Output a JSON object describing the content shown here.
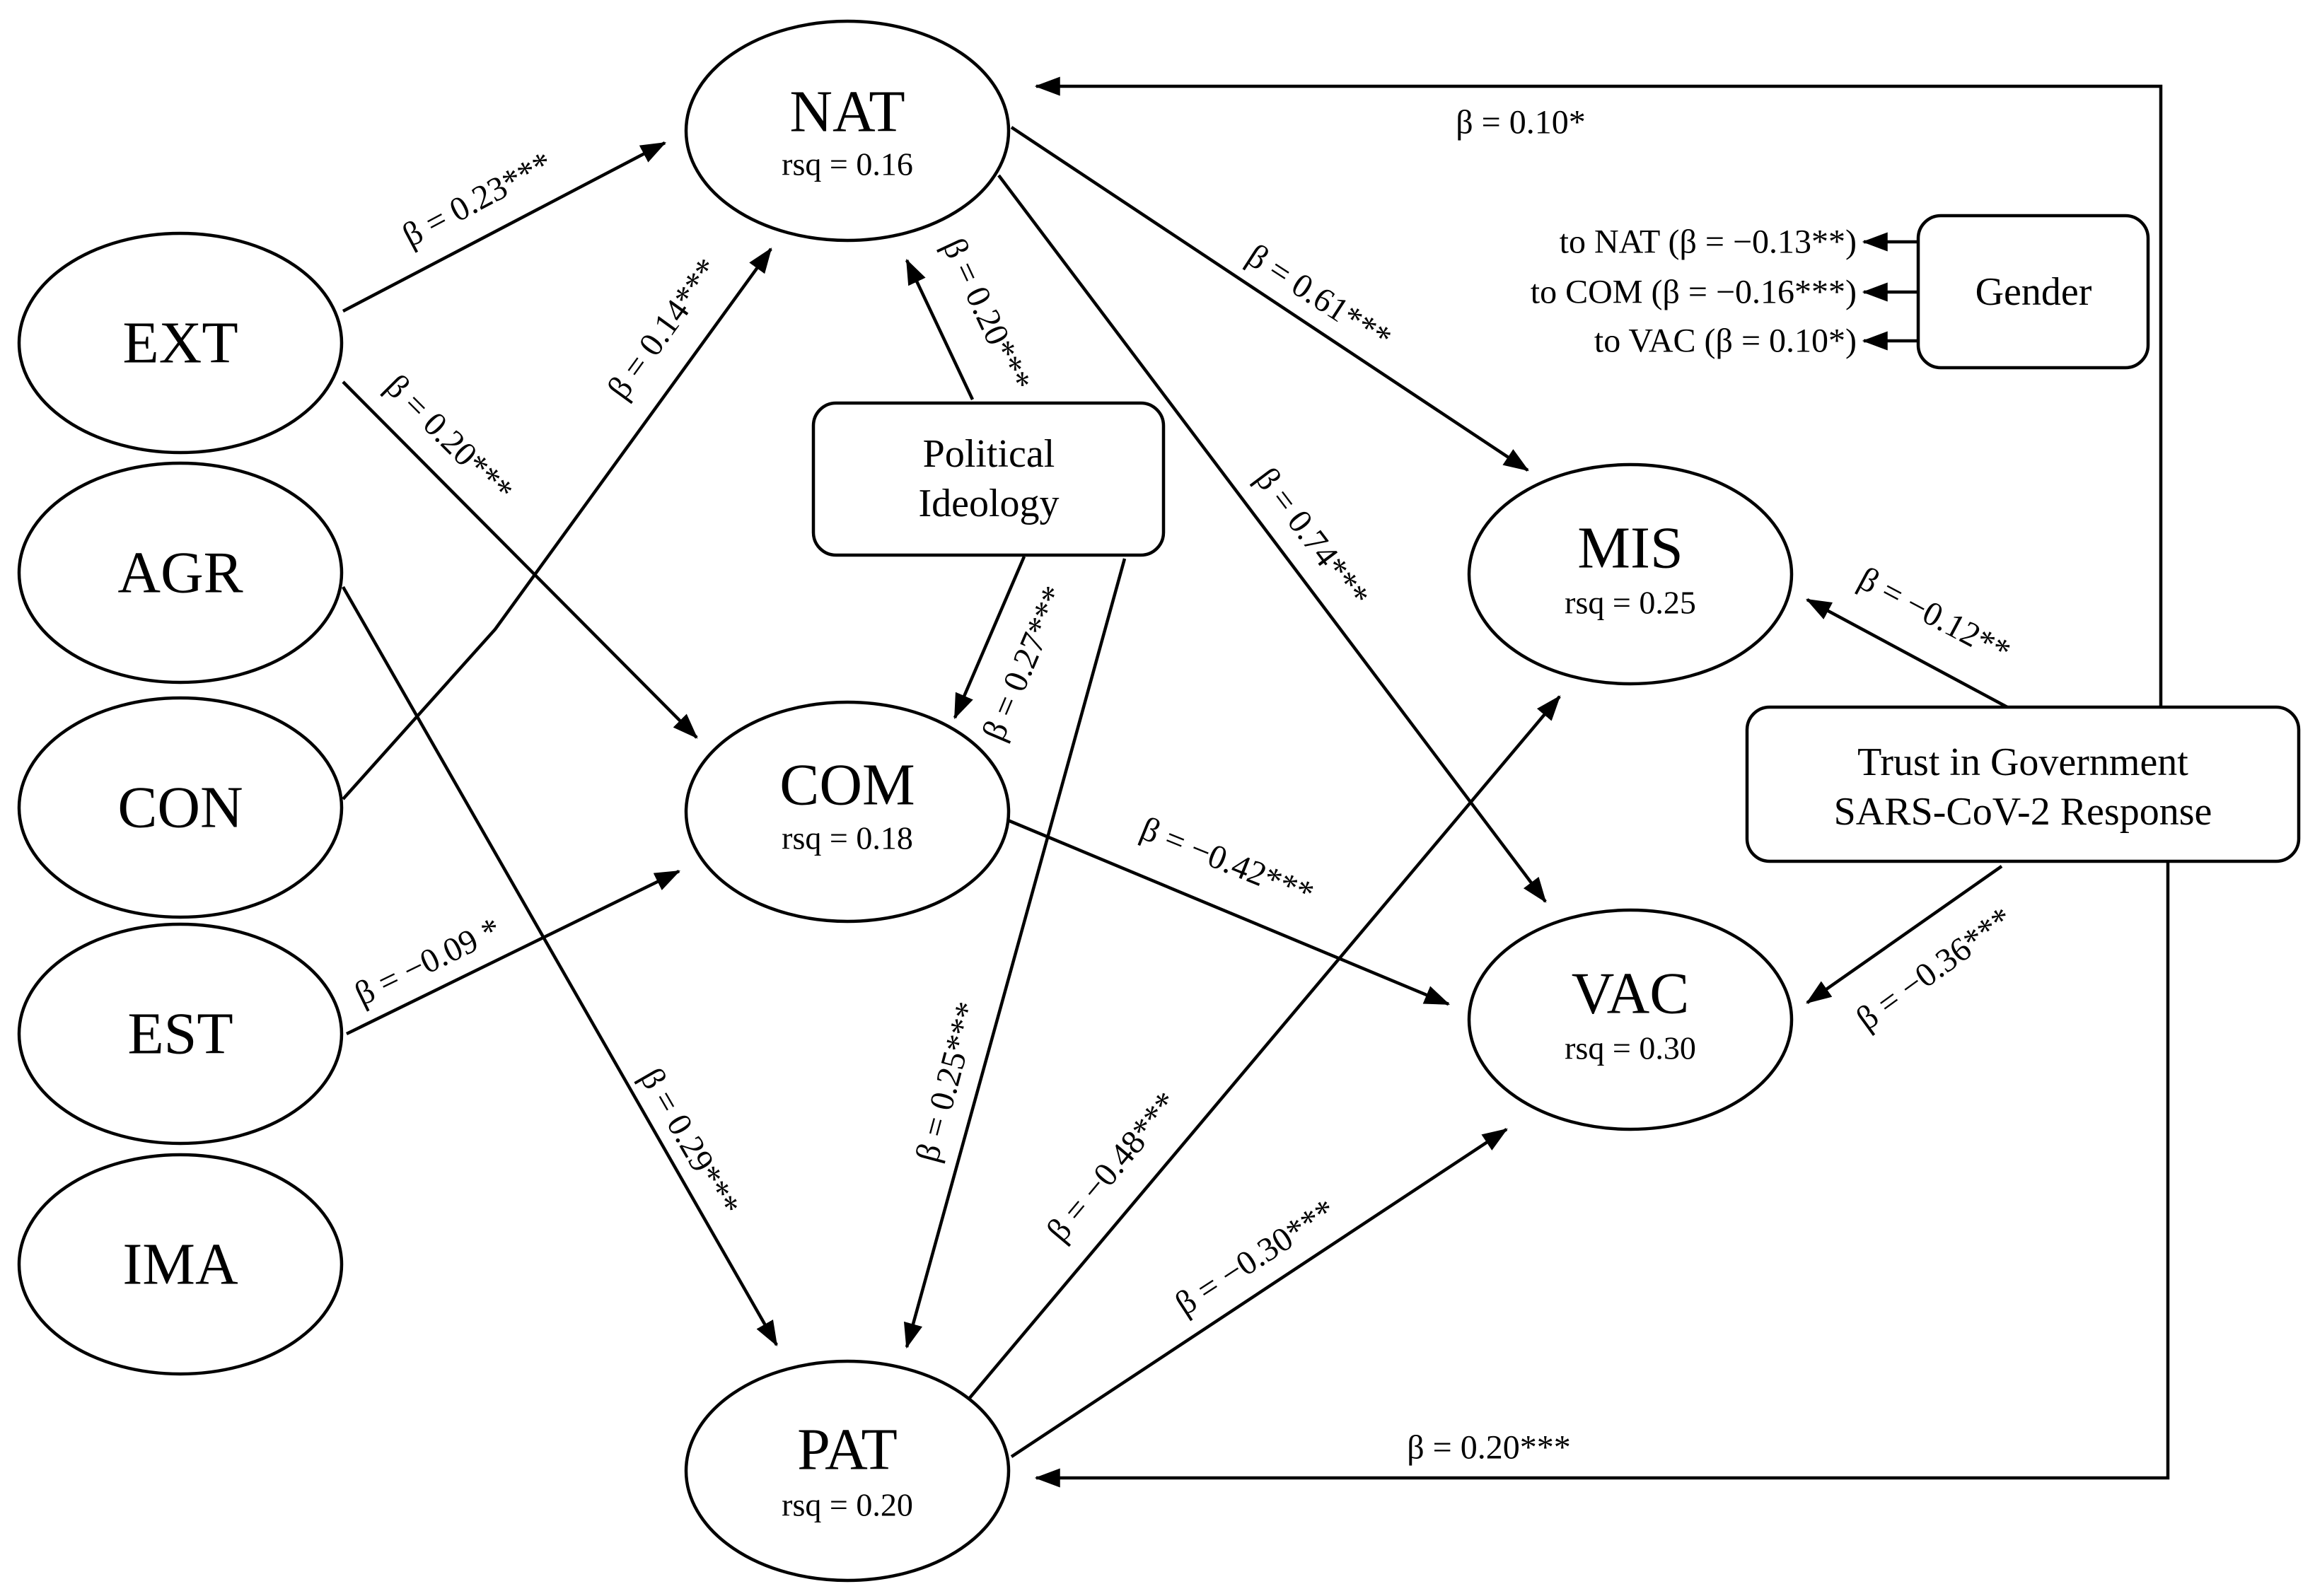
{
  "nodes": {
    "nat": {
      "label": "NAT",
      "rsq": "rsq = 0.16"
    },
    "com": {
      "label": "COM",
      "rsq": "rsq = 0.18"
    },
    "pat": {
      "label": "PAT",
      "rsq": "rsq = 0.20"
    },
    "mis": {
      "label": "MIS",
      "rsq": "rsq = 0.25"
    },
    "vac": {
      "label": "VAC",
      "rsq": "rsq = 0.30"
    },
    "ext": {
      "label": "EXT"
    },
    "agr": {
      "label": "AGR"
    },
    "con": {
      "label": "CON"
    },
    "est": {
      "label": "EST"
    },
    "ima": {
      "label": "IMA"
    }
  },
  "boxes": {
    "political": {
      "line1": "Political",
      "line2": "Ideology"
    },
    "gender": {
      "label": "Gender"
    },
    "trust": {
      "line1": "Trust in Government",
      "line2": "SARS-CoV-2 Response"
    }
  },
  "paths": {
    "ext_nat": "β = 0.23***",
    "ext_com": "β = 0.20***",
    "con_nat": "β = 0.14***",
    "est_com": "β = −0.09 *",
    "agr_pat": "β = 0.29***",
    "pol_nat": "β = 0.20***",
    "pol_com": "β = 0.27***",
    "pol_pat": "β = 0.25***",
    "nat_mis": "β = 0.61***",
    "nat_vac": "β = 0.74***",
    "com_vac": "β = −0.42***",
    "pat_mis": "β = −0.48***",
    "pat_vac": "β = −0.30***",
    "trust_nat": "β = 0.10*",
    "trust_pat": "β = 0.20***",
    "trust_mis": "β = −0.12**",
    "trust_vac": "β = −0.36***",
    "gender_nat": "to NAT (β = −0.13**)",
    "gender_com": "to COM (β = −0.16***)",
    "gender_vac": "to VAC (β = 0.10*)"
  }
}
